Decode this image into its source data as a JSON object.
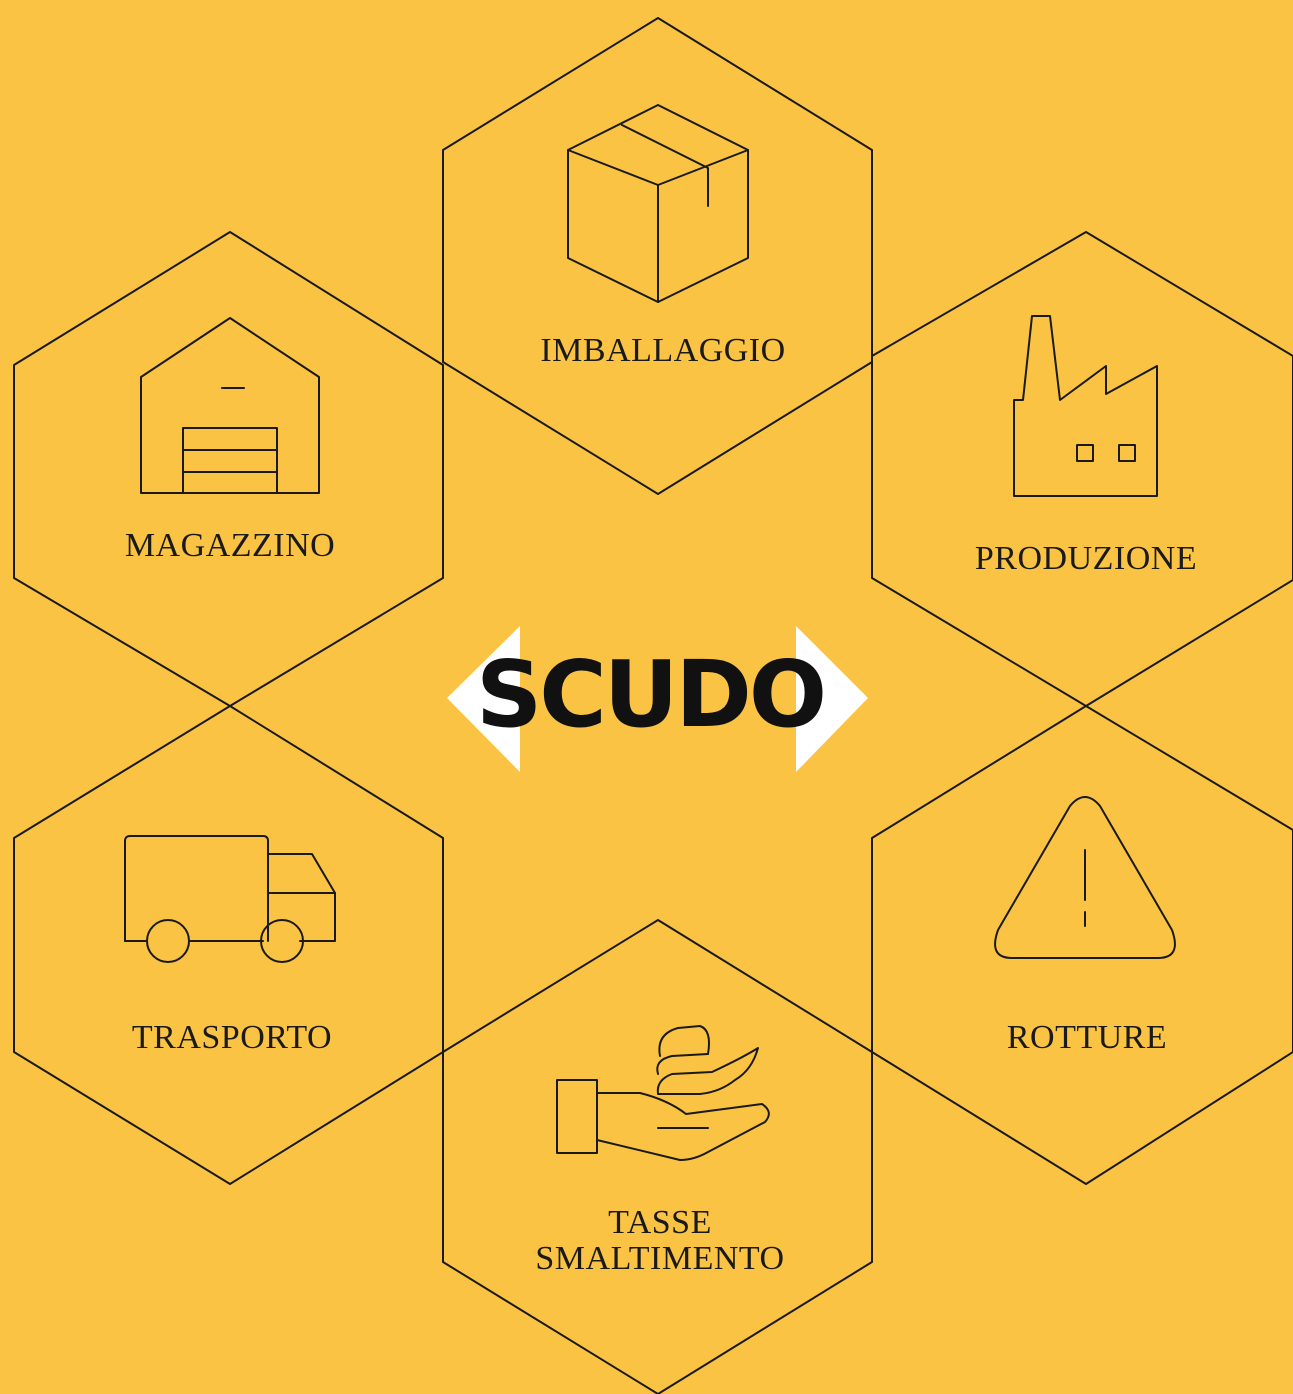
{
  "colors": {
    "background": "#FBC343",
    "stroke": "#1a1a1a",
    "logo_chevron": "#FFFFFF",
    "logo_text": "#111111"
  },
  "logo": {
    "text": "SCUDO"
  },
  "nodes": [
    {
      "id": "imballaggio",
      "label": "IMBALLAGGIO",
      "icon": "box-icon"
    },
    {
      "id": "magazzino",
      "label": "MAGAZZINO",
      "icon": "warehouse-icon"
    },
    {
      "id": "produzione",
      "label": "PRODUZIONE",
      "icon": "factory-icon"
    },
    {
      "id": "trasporto",
      "label": "TRASPORTO",
      "icon": "truck-icon"
    },
    {
      "id": "rotture",
      "label": "ROTTURE",
      "icon": "warning-icon"
    },
    {
      "id": "tasse",
      "label_lines": [
        "TASSE",
        "SMALTIMENTO"
      ],
      "icon": "hand-coins-icon"
    }
  ]
}
